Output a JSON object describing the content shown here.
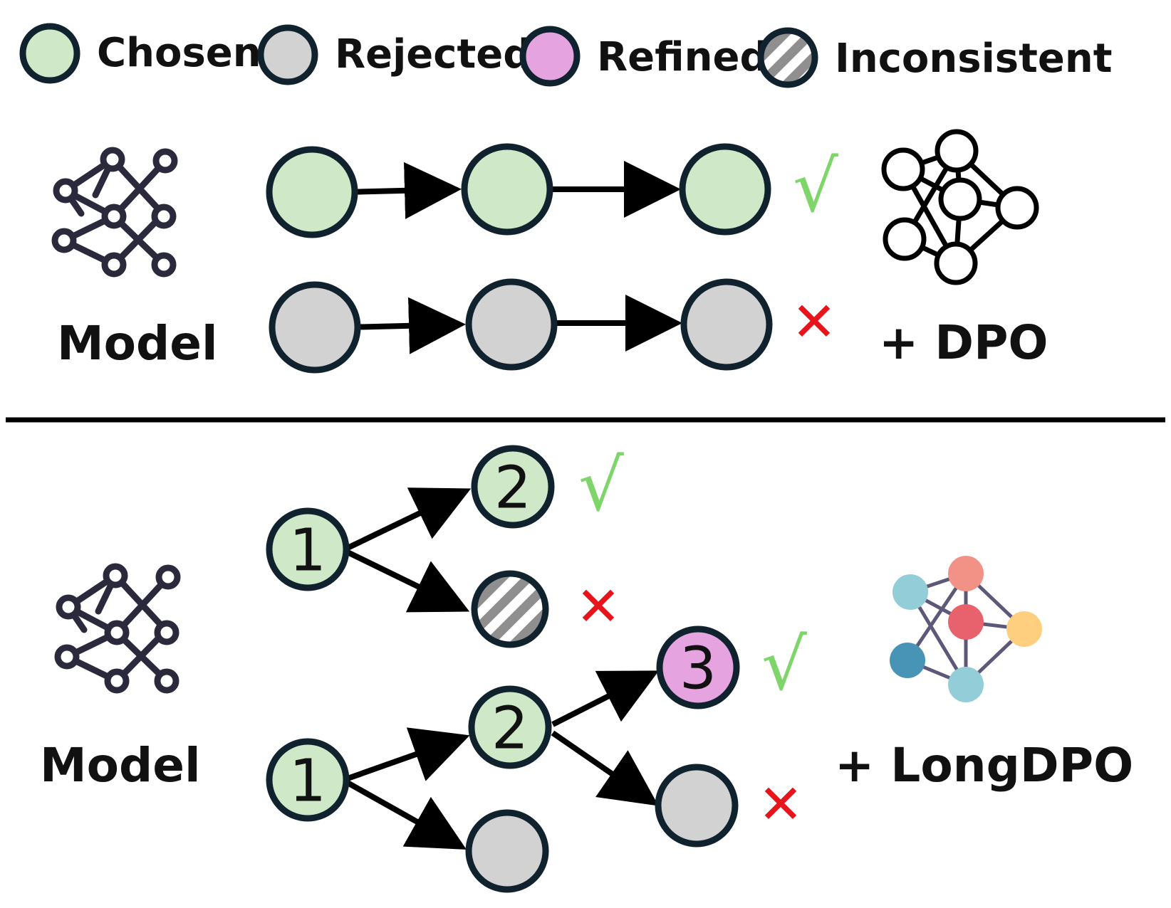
{
  "colors": {
    "chosen": "#cfe9c8",
    "rejected": "#d2d2d2",
    "refined": "#e5a3df",
    "stroke": "#10222d",
    "check": "#7ed66a",
    "cross": "#e8141b",
    "hatch": "#8f8f8f"
  },
  "legend": {
    "chosen": "Chosen",
    "rejected": "Rejected",
    "refined": "Refined",
    "inconsistent": "Inconsistent"
  },
  "top": {
    "model_label": "Model",
    "method_label": "+ DPO",
    "check": "√",
    "cross": "✕"
  },
  "bottom": {
    "model_label": "Model",
    "method_label": "+ LongDPO",
    "node_numbers": {
      "upper_root": "1",
      "upper_chosen": "2",
      "lower_root": "1",
      "lower_mid": "2",
      "refined": "3"
    },
    "check": "√",
    "cross": "✕"
  },
  "icons": {
    "model_icon": "neural-network-outline-icon",
    "dpo_icon": "neural-network-black-icon",
    "longdpo_icon": "neural-network-color-icon"
  }
}
